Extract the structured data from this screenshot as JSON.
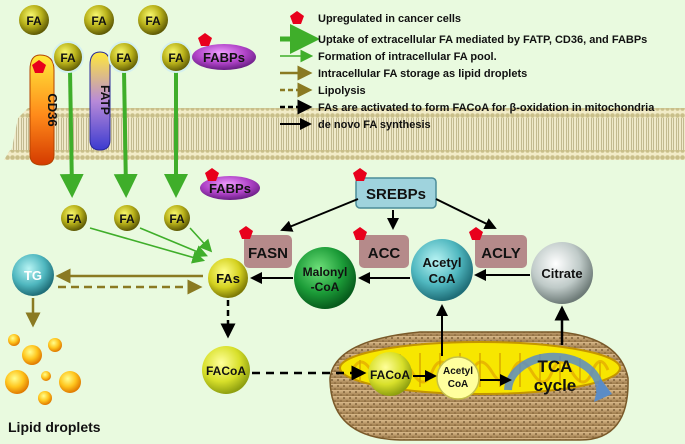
{
  "legend": {
    "upregulated": "Upregulated in cancer cells",
    "uptake": "Uptake of extracellular FA mediated by FATP, CD36, and FABPs",
    "formation": "Formation of intracellular FA pool.",
    "storage": "Intracellular FA storage as lipid droplets",
    "lipolysis": "Lipolysis",
    "activation": "FAs are activated to form FACoA for β-oxidation in mitochondria",
    "denovo": "de novo FA synthesis"
  },
  "labels": {
    "fa": "FA",
    "fas": "FAs",
    "fabps": "FABPs",
    "cd36": "CD36",
    "fatp": "FATP",
    "srebps": "SREBPs",
    "fasn": "FASN",
    "acc": "ACC",
    "acly": "ACLY",
    "malonyl_line1": "Malonyl",
    "malonyl_line2": "-CoA",
    "acetyl_line1": "Acetyl",
    "acetyl_line2": "CoA",
    "citrate": "Citrate",
    "tg": "TG",
    "facoa": "FACoA",
    "tca_line1": "TCA",
    "tca_line2": "cycle",
    "lipid_droplets": "Lipid droplets"
  },
  "colors": {
    "background": "#e9fadf",
    "green_arrow": "#3fae2a",
    "olive_arrow": "#8a7a22",
    "upregulated_marker": "#e8001c",
    "enzyme_box": "#b58a8a",
    "srebps_box": "#9fd3dd"
  }
}
